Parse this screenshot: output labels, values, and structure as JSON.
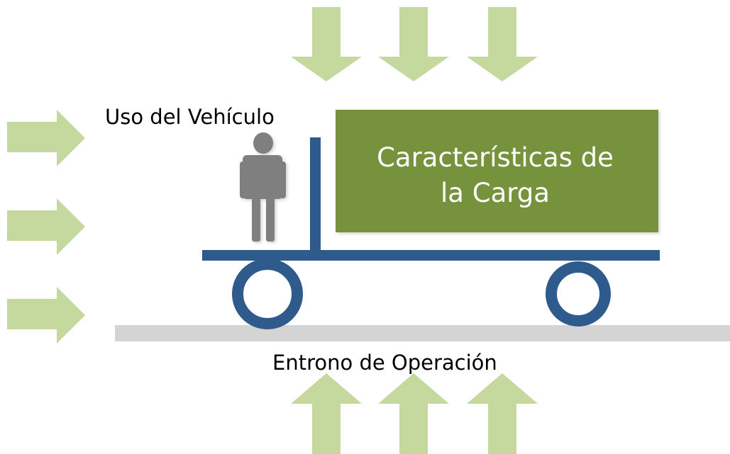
{
  "labels": {
    "vehicle_use": "Uso del Vehículo",
    "cargo_line1": "Características de",
    "cargo_line2": "la Carga",
    "environment": "Entrono de Operación"
  },
  "colors": {
    "arrow_fill": "#c5d99e",
    "cargo_box": "#76923c",
    "cargo_text": "#ffffff",
    "vehicle_blue": "#2e5a8c",
    "ground": "#d4d4d4",
    "person": "#7f7f7f",
    "label_text": "#000000"
  },
  "icons": {
    "arrows_top": "arrow-down-icon",
    "arrows_left": "arrow-right-icon",
    "arrows_bottom": "arrow-up-icon",
    "person": "person-icon"
  }
}
